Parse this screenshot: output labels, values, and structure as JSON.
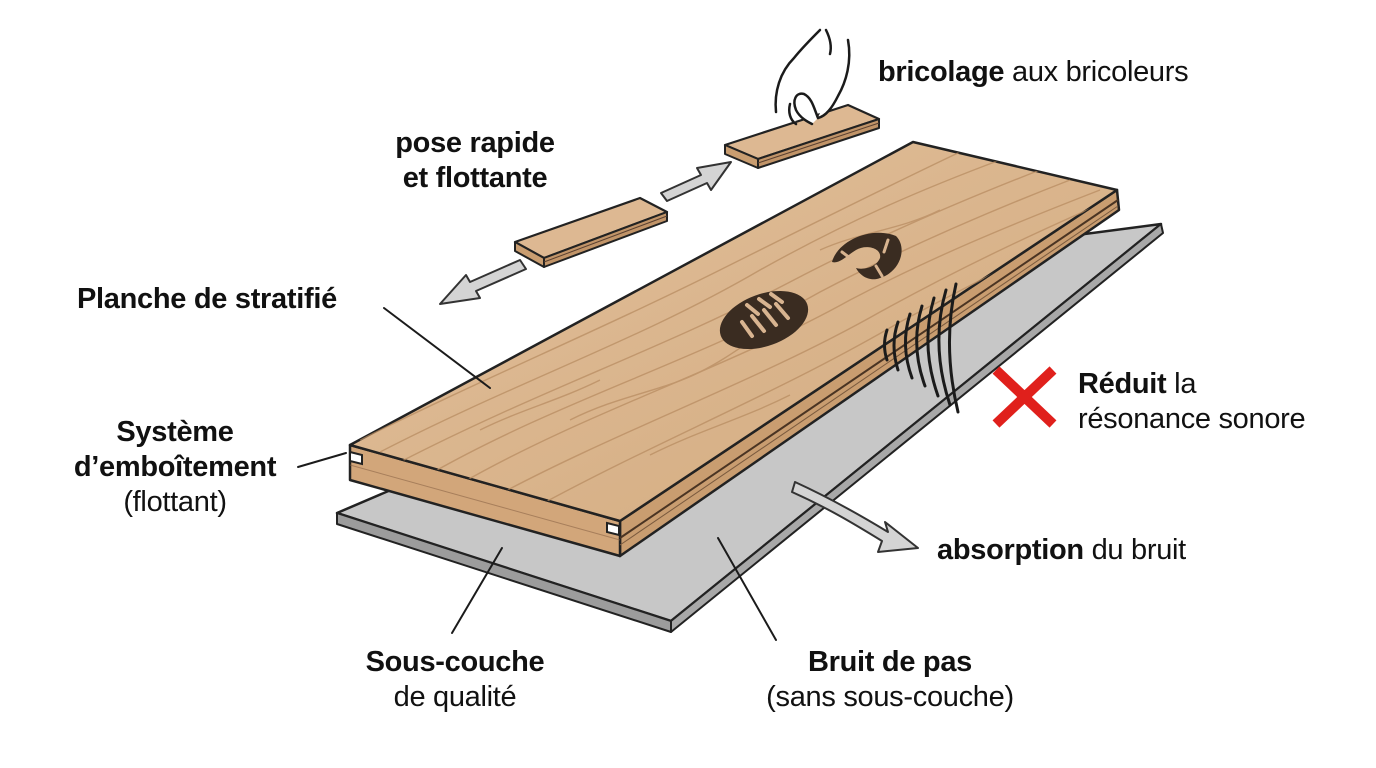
{
  "labels": {
    "bricolage": {
      "bold": "bricolage",
      "rest": " aux bricoleurs"
    },
    "pose": {
      "line1": "pose rapide",
      "line2": "et flottante"
    },
    "planche": {
      "text": "Planche de stratifié"
    },
    "systeme": {
      "line1": "Système",
      "line2": "d’emboîtement",
      "line3": "(flottant)"
    },
    "reduit": {
      "bold": "Réduit",
      "rest": " la",
      "line2": "résonance sonore"
    },
    "absorption": {
      "bold": "absorption",
      "rest": " du bruit"
    },
    "souscouche": {
      "line1": "Sous-couche",
      "line2": "de qualité"
    },
    "bruit": {
      "line1": "Bruit de pas",
      "line2": "(sans sous-couche)"
    }
  },
  "icons": [
    "hand-icon",
    "footprint-icon",
    "sound-waves-icon",
    "red-x-icon",
    "arrow-icon"
  ],
  "colors": {
    "wood_top": "#d9b48c",
    "wood_side": "#c99d70",
    "wood_end": "#d2a67a",
    "underlay_top": "#c7c7c7",
    "underlay_edge": "#9c9c9c",
    "arrow_fill": "#d4d4d4",
    "x_red": "#e0201c",
    "text": "#111111"
  }
}
